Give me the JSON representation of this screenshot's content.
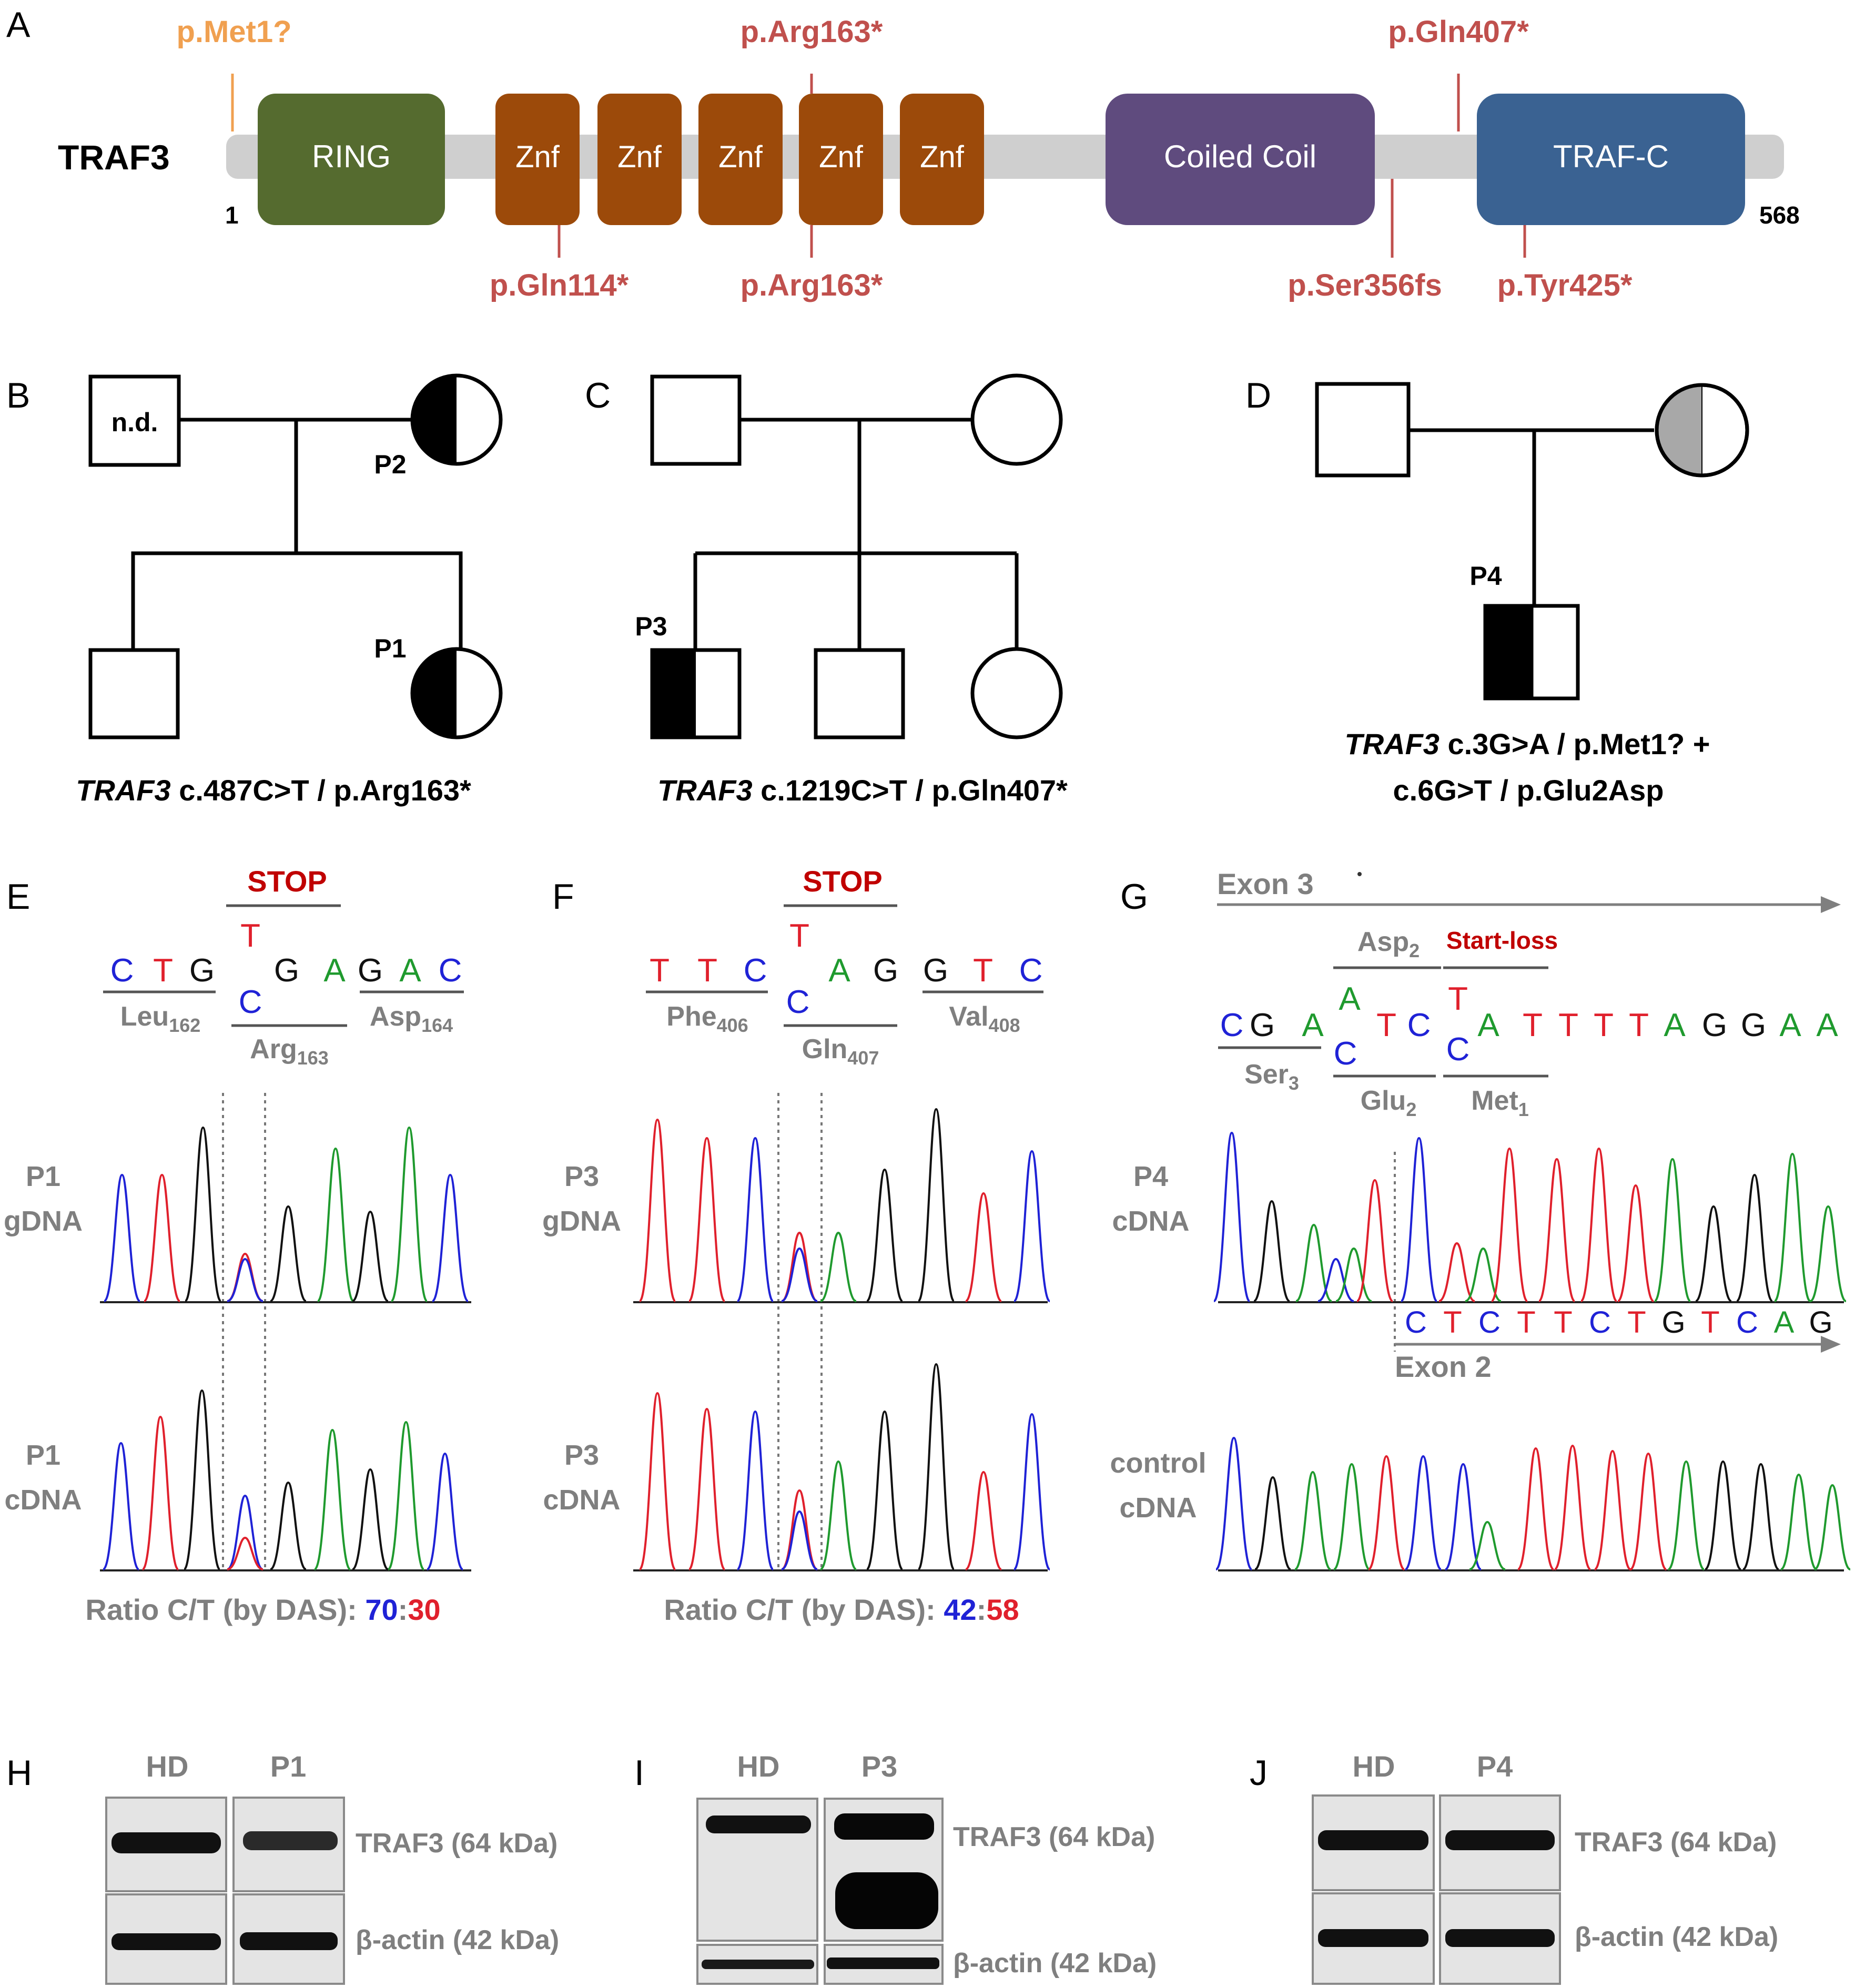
{
  "panels": {
    "A": "A",
    "B": "B",
    "C": "C",
    "D": "D",
    "E": "E",
    "F": "F",
    "G": "G",
    "H": "H",
    "I": "I",
    "J": "J"
  },
  "protein": {
    "name": "TRAF3",
    "start": "1",
    "end": "568",
    "domains": {
      "ring": "RING",
      "znf": "Znf",
      "coiled_coil": "Coiled Coil",
      "traf_c": "TRAF-C"
    },
    "mutations_top": [
      "p.Met1?",
      "p.Arg163*",
      "p.Gln407*"
    ],
    "mutations_bottom": [
      "p.Gln114*",
      "p.Arg163*",
      "p.Ser356fs",
      "p.Tyr425*"
    ]
  },
  "colors": {
    "ring": "#556b2f",
    "znf": "#9c4a0a",
    "coiled_coil": "#5f4b7e",
    "traf_c": "#3a6292",
    "backbone": "#cfcfcf",
    "mutation": "#c0504d",
    "met1": "#f0a050",
    "trace_c": "#1f22d6",
    "trace_t": "#e0202c",
    "trace_g": "#111111",
    "trace_a": "#1f9a2e"
  },
  "pedigrees": {
    "b": {
      "nd": "n.d.",
      "p2": "P2",
      "p1": "P1",
      "caption_gene": "TRAF3",
      "caption_rest": " c.487C>T / p.Arg163*"
    },
    "c": {
      "p3": "P3",
      "caption_gene": "TRAF3",
      "caption_rest": " c.1219C>T / p.Gln407*"
    },
    "d": {
      "p4": "P4",
      "caption_gene": "TRAF3",
      "caption_line1_rest": " c.3G>A / p.Met1? +",
      "caption_line2": "c.6G>T / p.Glu2Asp"
    }
  },
  "sequencing": {
    "e": {
      "stop": "STOP",
      "codons": [
        "Leu",
        "Arg",
        "Asp"
      ],
      "codon_subs": [
        "162",
        "163",
        "164"
      ],
      "label_gdna": [
        "P1",
        "gDNA"
      ],
      "label_cdna": [
        "P1",
        "cDNA"
      ],
      "ratio_prefix": "Ratio C/T (by DAS): ",
      "ratio_c": "70",
      "ratio_colon": ":",
      "ratio_t": "30"
    },
    "f": {
      "stop": "STOP",
      "codons": [
        "Phe",
        "Gln",
        "Val"
      ],
      "codon_subs": [
        "406",
        "407",
        "408"
      ],
      "label_gdna": [
        "P3",
        "gDNA"
      ],
      "label_cdna": [
        "P3",
        "cDNA"
      ],
      "ratio_prefix": "Ratio C/T (by DAS): ",
      "ratio_c": "42",
      "ratio_colon": ":",
      "ratio_t": "58"
    },
    "g": {
      "exon3": "Exon 3",
      "exon2": "Exon 2",
      "asp": "Asp",
      "asp_sub": "2",
      "start_loss": "Start-loss",
      "ser": "Ser",
      "ser_sub": "3",
      "glu": "Glu",
      "glu_sub": "2",
      "met": "Met",
      "met_sub": "1",
      "exon2_seq": [
        "C",
        "T",
        "C",
        "T",
        "T",
        "C",
        "T",
        "G",
        "T",
        "C",
        "A",
        "G"
      ],
      "label_p4": [
        "P4",
        "cDNA"
      ],
      "label_control": [
        "control",
        "cDNA"
      ]
    }
  },
  "blots": {
    "h": {
      "lanes": [
        "HD",
        "P1"
      ]
    },
    "i": {
      "lanes": [
        "HD",
        "P3"
      ]
    },
    "j": {
      "lanes": [
        "HD",
        "P4"
      ]
    },
    "traf3_label": "TRAF3 (64 kDa)",
    "actin_label": "β-actin (42 kDa)"
  }
}
